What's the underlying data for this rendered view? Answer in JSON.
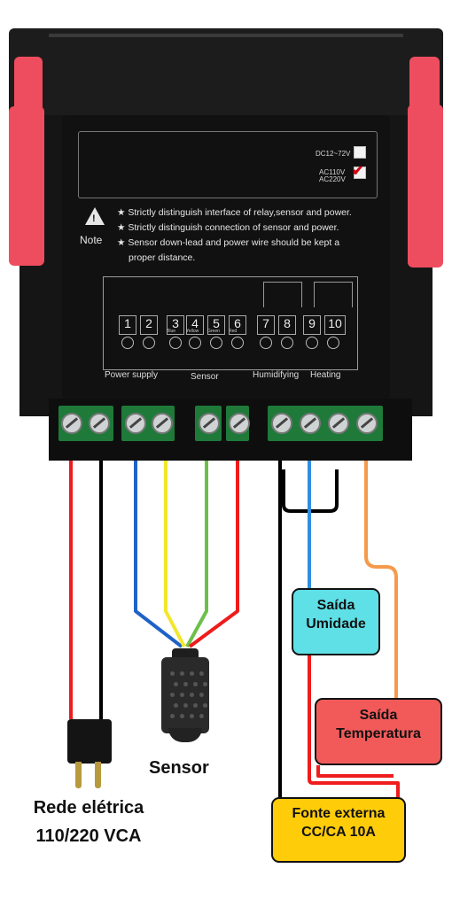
{
  "device": {
    "voltage_options": [
      {
        "label": "DC12~72V",
        "checked": false
      },
      {
        "label": "AC110V\nAC220V",
        "checked": true
      }
    ],
    "warning_symbol": "warning-triangle-icon",
    "note_label": "Note",
    "notes": [
      "★ Strictly distinguish interface of relay,sensor and power.",
      "★ Strictly distinguish connection of sensor and power.",
      "★ Sensor down-lead and power wire should be kept a",
      "proper distance."
    ],
    "terminals": [
      {
        "num": "1",
        "sub": ""
      },
      {
        "num": "2",
        "sub": ""
      },
      {
        "num": "3",
        "sub": "Blue"
      },
      {
        "num": "4",
        "sub": "Yellow"
      },
      {
        "num": "5",
        "sub": "Green"
      },
      {
        "num": "6",
        "sub": "Red"
      },
      {
        "num": "7",
        "sub": ""
      },
      {
        "num": "8",
        "sub": ""
      },
      {
        "num": "9",
        "sub": ""
      },
      {
        "num": "10",
        "sub": ""
      }
    ],
    "groups": {
      "power": "Power supply",
      "sensor": "Sensor",
      "humidifying": "Humidifying",
      "heating": "Heating"
    },
    "colors": {
      "clip": "#ee4d5f",
      "terminal_block": "#1f7a3a",
      "body": "#151515"
    }
  },
  "wire_colors": {
    "red": "#ee1c1c",
    "black": "#000000",
    "blue": "#1e62c8",
    "yellow": "#f2e72a",
    "green": "#6cc04a",
    "sky": "#2f8fe0",
    "orange": "#f59a4c"
  },
  "callouts": {
    "umidade": {
      "text": "Saída\nUmidade",
      "color": "#5ee0e6"
    },
    "temperatura": {
      "text": "Saída\nTemperatura",
      "color": "#f25a5a"
    },
    "fonte": {
      "text": "Fonte externa\nCC/CA 10A",
      "color": "#ffcc0a"
    }
  },
  "labels": {
    "sensor": "Sensor",
    "rede": "Rede elétrica\n110/220 VCA"
  }
}
